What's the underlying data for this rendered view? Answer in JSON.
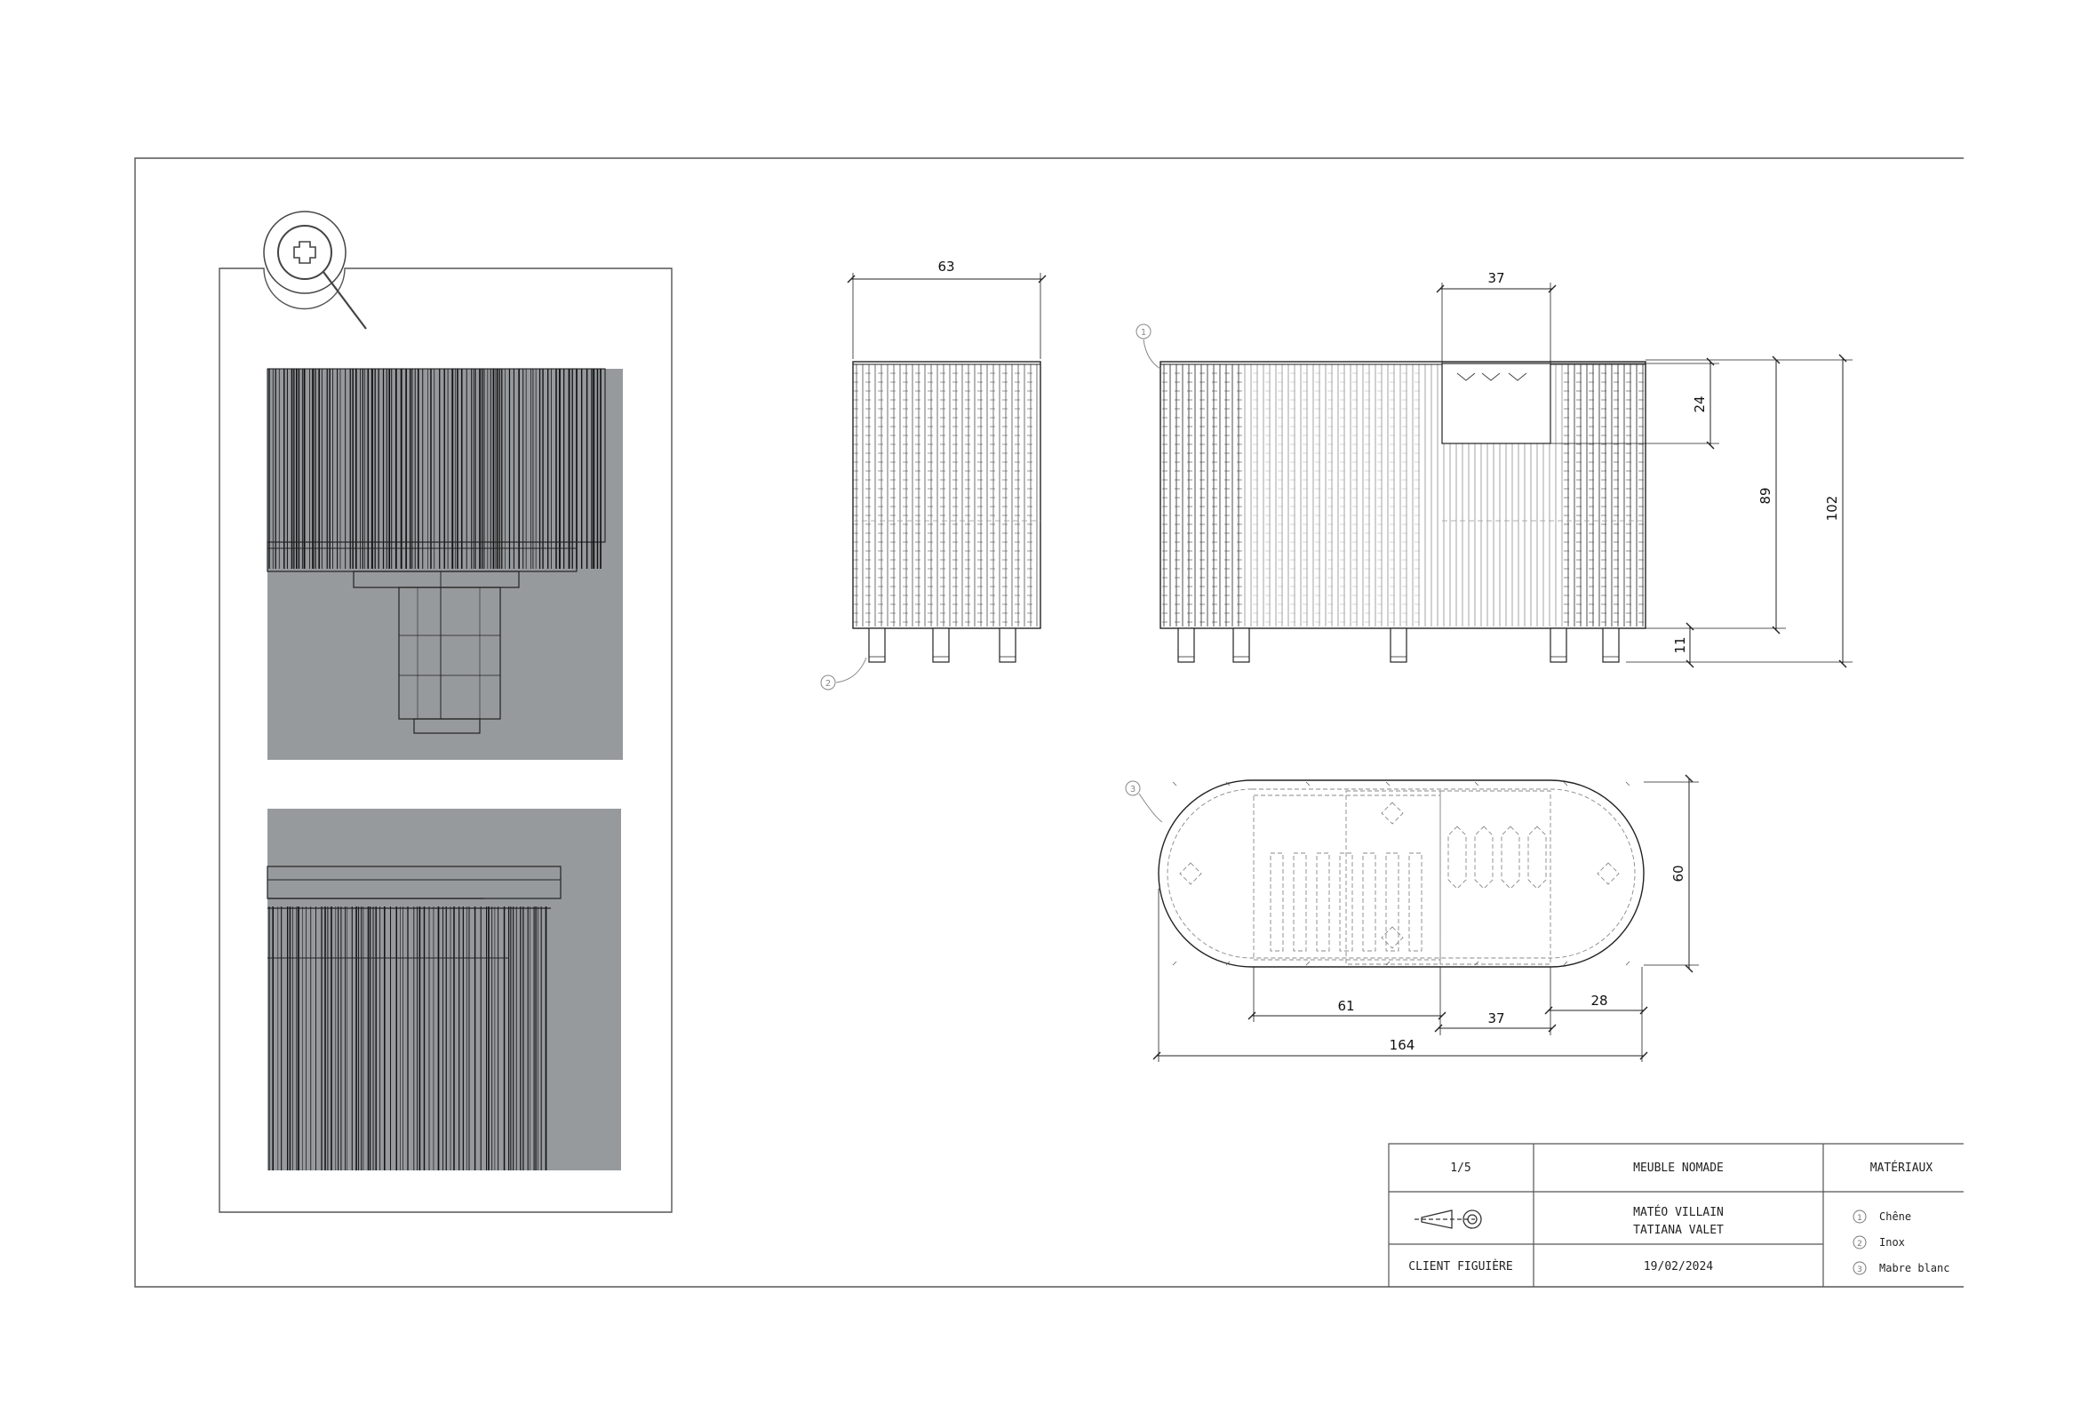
{
  "front_view": {
    "width_label": "63"
  },
  "side_view": {
    "top_window_label": "37",
    "window_height_label": "24",
    "body_height_label": "89",
    "total_height_label": "102",
    "foot_height_label": "11"
  },
  "top_view": {
    "depth_label": "60",
    "seg1_label": "61",
    "seg2_label": "37",
    "seg3_label": "28",
    "total_length_label": "164"
  },
  "callouts": {
    "c1": "1",
    "c2": "2",
    "c3": "3"
  },
  "title_block": {
    "page": "1/5",
    "title": "MEUBLE NOMADE",
    "materials_header": "MATÉRIAUX",
    "author1": "MATÉO VILLAIN",
    "author2": "TATIANA VALET",
    "client": "CLIENT FIGUIÈRE",
    "date": "19/02/2024",
    "materials": [
      {
        "num": "1",
        "name": "Chêne"
      },
      {
        "num": "2",
        "name": "Inox"
      },
      {
        "num": "3",
        "name": "Mabre blanc"
      }
    ]
  },
  "colors": {
    "line": "#222222",
    "render_bg": "#979a9d",
    "frame": "#555555"
  }
}
